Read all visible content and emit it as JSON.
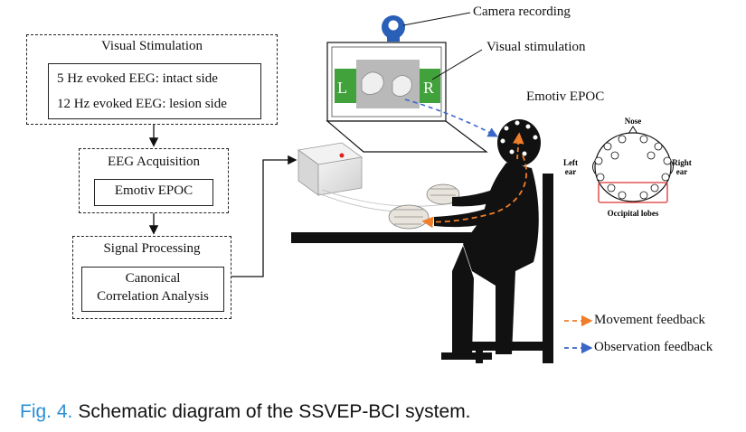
{
  "flow": {
    "visual_stimulation": {
      "title": "Visual Stimulation",
      "line1": "5 Hz evoked EEG: intact side",
      "line2": "12 Hz evoked EEG: lesion side"
    },
    "eeg_acquisition": {
      "title": "EEG Acquisition",
      "device": "Emotiv EPOC"
    },
    "signal_processing": {
      "title": "Signal Processing",
      "method_line1": "Canonical",
      "method_line2": "Correlation Analysis"
    }
  },
  "scene": {
    "camera_label": "Camera recording",
    "stimulation_label": "Visual stimulation",
    "headset_label": "Emotiv EPOC",
    "screen_left_letter": "L",
    "screen_right_letter": "R"
  },
  "electrode_map": {
    "nose": "Nose",
    "left_ear_1": "Left",
    "left_ear_2": "ear",
    "right_ear_1": "Right",
    "right_ear_2": "ear",
    "occipital": "Occipital lobes"
  },
  "legend": {
    "movement": "Movement feedback",
    "observation": "Observation feedback",
    "movement_color": "#f07d2a",
    "observation_color": "#3a66c8"
  },
  "caption": {
    "fig": "Fig. 4.",
    "text": "Schematic diagram of the SSVEP-BCI system."
  }
}
